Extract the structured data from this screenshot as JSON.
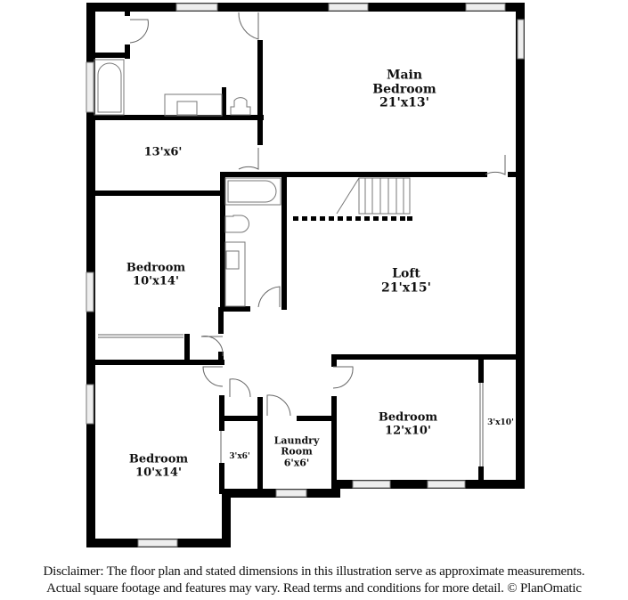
{
  "floor_plan": {
    "colors": {
      "wall": "#000000",
      "fixture_line": "#777777",
      "window_fill": "#eeeeee",
      "background": "#ffffff",
      "text": "#111111"
    },
    "rooms": [
      {
        "id": "main_bedroom",
        "name_line1": "Main",
        "name_line2": "Bedroom",
        "dimensions": "21'x13'"
      },
      {
        "id": "hall_13x6",
        "dimensions": "13'x6'"
      },
      {
        "id": "bedroom_upper_left",
        "name": "Bedroom",
        "dimensions": "10'x14'"
      },
      {
        "id": "loft",
        "name": "Loft",
        "dimensions": "21'x15'"
      },
      {
        "id": "bedroom_lower_left",
        "name": "Bedroom",
        "dimensions": "10'x14'"
      },
      {
        "id": "closet_3x6",
        "dimensions": "3'x6'"
      },
      {
        "id": "laundry_room",
        "name_line1": "Laundry",
        "name_line2": "Room",
        "dimensions": "6'x6'"
      },
      {
        "id": "bedroom_lower_right",
        "name": "Bedroom",
        "dimensions": "12'x10'"
      },
      {
        "id": "closet_3x10",
        "dimensions": "3'x10'"
      }
    ],
    "fixtures": [
      "bathtub",
      "sink",
      "toilet",
      "bathtub",
      "toilet",
      "sink",
      "staircase",
      "railing"
    ]
  },
  "disclaimer": {
    "line1": "Disclaimer: The floor plan and stated dimensions in this illustration serve as approximate measurements.",
    "line2": "Actual square footage and features may vary. Read terms and conditions for more detail. © PlanOmatic"
  }
}
